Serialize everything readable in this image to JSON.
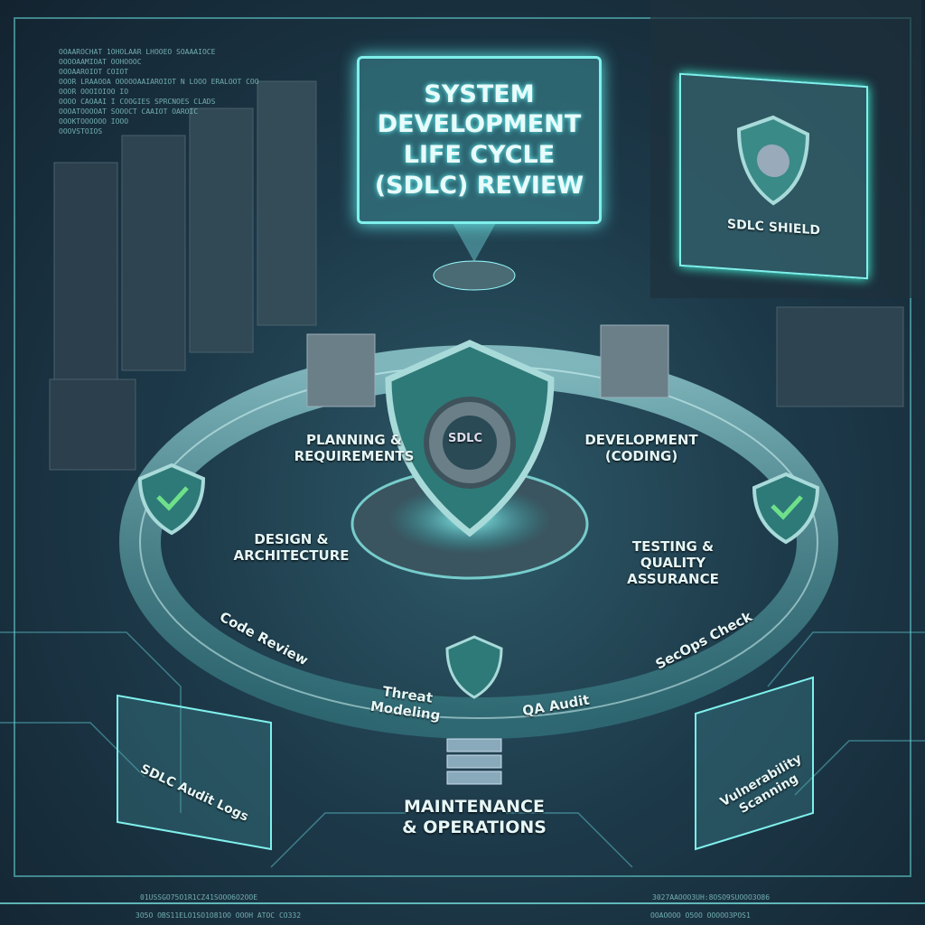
{
  "title": {
    "line1": "SYSTEM",
    "line2": "DEVELOPMENT",
    "line3": "LIFE CYCLE",
    "line4": "(SDLC) REVIEW"
  },
  "shield_panel": {
    "label": "SDLC SHIELD"
  },
  "center_shield": {
    "label": "SDLC"
  },
  "phases": {
    "planning": "PLANNING & REQUIREMENTS",
    "development": "DEVELOPMENT (CODING)",
    "design": "DESIGN & ARCHITECTURE",
    "testing": "TESTING & QUALITY ASSURANCE",
    "maintenance": "MAINTENANCE & OPERATIONS"
  },
  "ring_labels": {
    "code_review": "Code Review",
    "threat_modeling": "Threat Modeling",
    "qa_audit": "QA Audit",
    "secops_check": "SecOps Check"
  },
  "panels": {
    "audit_logs": "SDLC Audit Logs",
    "vuln_scanning": "Vulnerability Scanning"
  },
  "code_lines": [
    "OOAAROCHAT 1OHOLAAR LHOOEO SOAAAIOCE",
    "OOOOAAMIOAT OOHOOOC",
    "OOOAAROIOT COIOT",
    "OOOR LRAAOOA OOOOOAAIAROIOT N LOOO ERALOOT COO",
    "OOOR OOOIOIOO IO",
    "OOOO CAOAAI I COOGIES SPRCNOES CLADS",
    "OOOATOOOOAT SOOOCT CAAIOT OAROIC",
    "OOOKTOOOOOO IOOO",
    "OOOVSTOIOS"
  ],
  "footer": {
    "left": "01USSGO75O1R1CZ41SOOO6O2OOE",
    "right": "3027AAOOO3UH:8OSO9SUOOO3O86",
    "bottom_left": "3O5O OBS11ELO1SO1O81OO OOOH ATOC CO332",
    "bottom_right": "OOAOOOO O5OO OOOOO3POS1"
  },
  "colors": {
    "accent": "#7ff0ec",
    "bg": "#162a38",
    "text": "#e6f7f7"
  }
}
